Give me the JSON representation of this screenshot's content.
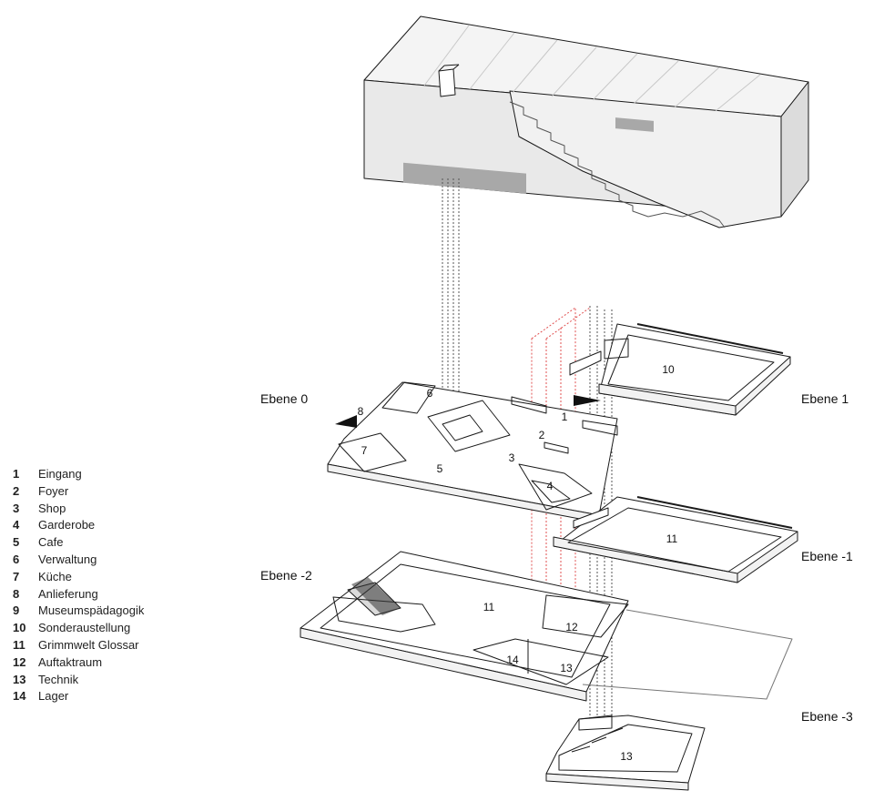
{
  "legend": [
    {
      "num": "1",
      "label": "Eingang"
    },
    {
      "num": "2",
      "label": "Foyer"
    },
    {
      "num": "3",
      "label": "Shop"
    },
    {
      "num": "4",
      "label": "Garderobe"
    },
    {
      "num": "5",
      "label": "Cafe"
    },
    {
      "num": "6",
      "label": "Verwaltung"
    },
    {
      "num": "7",
      "label": "Küche"
    },
    {
      "num": "8",
      "label": "Anlieferung"
    },
    {
      "num": "9",
      "label": "Museumspädagogik"
    },
    {
      "num": "10",
      "label": "Sonderaustellung"
    },
    {
      "num": "11",
      "label": "Grimmwelt Glossar"
    },
    {
      "num": "12",
      "label": "Auftaktraum"
    },
    {
      "num": "13",
      "label": "Technik"
    },
    {
      "num": "14",
      "label": "Lager"
    }
  ],
  "levels": {
    "ebene_0": "Ebene 0",
    "ebene_1": "Ebene 1",
    "ebene_m1": "Ebene -1",
    "ebene_m2": "Ebene -2",
    "ebene_m3": "Ebene -3"
  },
  "rooms": {
    "r1": "1",
    "r2": "2",
    "r3": "3",
    "r4": "4",
    "r5": "5",
    "r6": "6",
    "r7": "7",
    "r8": "8",
    "r10": "10",
    "r11_m1": "11",
    "r11_m2": "11",
    "r12": "12",
    "r13_m2": "13",
    "r13_m3": "13",
    "r14": "14"
  },
  "colors": {
    "wall": "#ffffff",
    "outline": "#1a1a1a",
    "roof_front": "#e9e9e9",
    "roof_top": "#f4f4f4",
    "slot": "#a8a8a8",
    "red_dash": "#e05050"
  }
}
